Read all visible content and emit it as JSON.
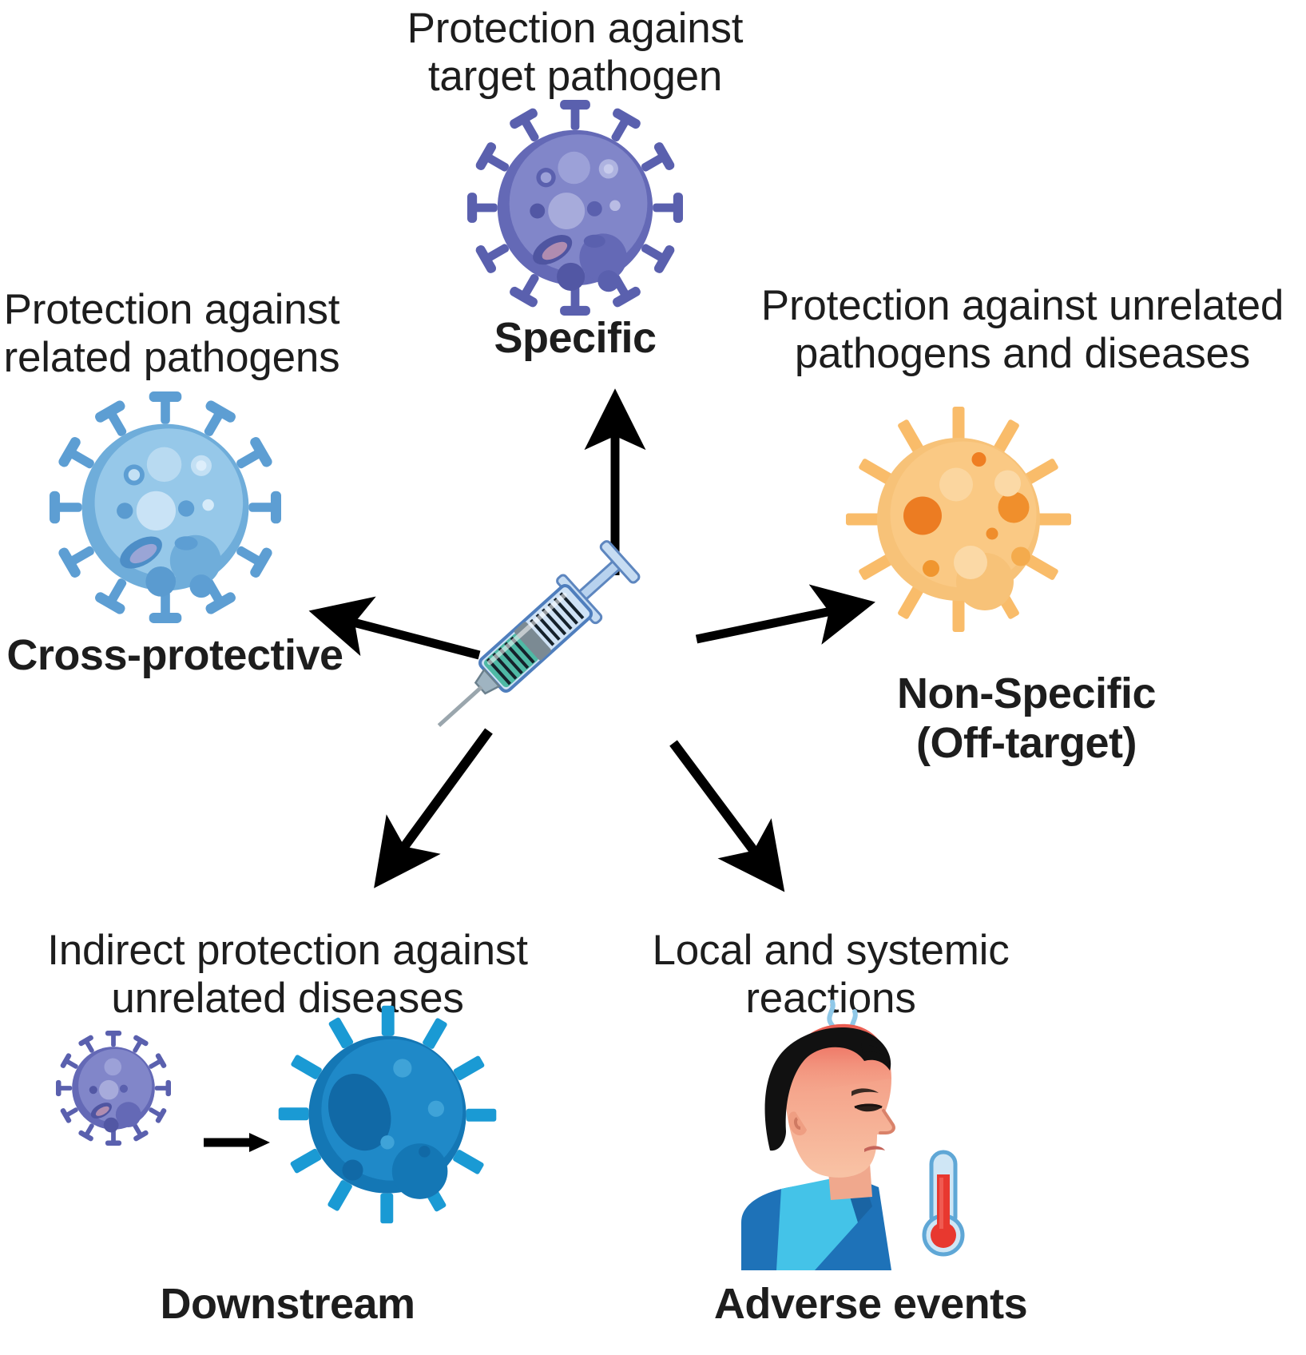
{
  "figure": {
    "title": "Vaccine effects diagram",
    "center_icon": "syringe-icon",
    "background_color": "#ffffff",
    "text_color": "#1d1d1d"
  },
  "branches": [
    {
      "id": "specific",
      "caption": "Protection against\ntarget pathogen",
      "label": "Specific",
      "icon": "virus-icon-purple",
      "color": "#6e73bd",
      "direction": "up"
    },
    {
      "id": "cross-protective",
      "caption": "Protection against\nrelated pathogens",
      "label": "Cross-protective",
      "icon": "virus-icon-light-blue",
      "color": "#8fc3e8",
      "direction": "up-left"
    },
    {
      "id": "non-specific",
      "caption": "Protection against unrelated\npathogens and diseases",
      "label": "Non-Specific\n(Off-target)",
      "icon": "virus-icon-orange",
      "color": "#f7c070",
      "direction": "up-right"
    },
    {
      "id": "downstream",
      "caption": "Indirect protection against\nunrelated diseases",
      "label": "Downstream",
      "icon": "virus-pair-icon",
      "color": "#1583c4",
      "direction": "down-left"
    },
    {
      "id": "adverse-events",
      "caption": "Local and systemic\nreactions",
      "label": "Adverse events",
      "icon": "feverish-person-icon",
      "color": "#e8382f",
      "direction": "down-right"
    }
  ],
  "palette": {
    "purple_virus_body": "#7a80c6",
    "purple_virus_spike": "#5a60ae",
    "blue_virus_body": "#94c6e8",
    "blue_virus_spike": "#5d9ed3",
    "orange_virus_body": "#f7c278",
    "orange_virus_spike": "#f9bc6a",
    "orange_virus_dot": "#ef7e22",
    "teal_virus_body": "#1583c4",
    "teal_virus_spike": "#1a9ad4",
    "syringe_barrel": "#a9c7e8",
    "syringe_fluid": "#4fb9a5",
    "arrow": "#000000",
    "skin": "#f2a98a",
    "hair": "#111111",
    "shirt": "#1e72b8",
    "collar": "#44c3e8",
    "thermometer_red": "#e8382f",
    "steam": "#8fc8e8"
  }
}
